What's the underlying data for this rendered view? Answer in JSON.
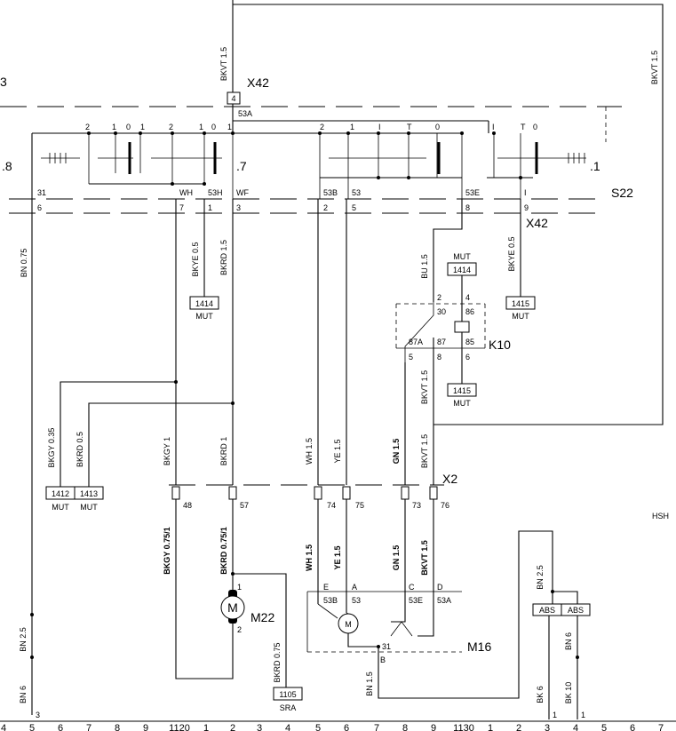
{
  "connectors": {
    "x42_top": "X42",
    "x42_bottom": "X42",
    "x2": "X2",
    "s22": "S22",
    "k10": "K10",
    "m22": "M22",
    "m16": "M16",
    "hsh": "HSH"
  },
  "switch": {
    "left_top_labels": [
      "2",
      "1",
      "0",
      "1",
      "2",
      "1",
      "0",
      "1"
    ],
    "right_top_labels": [
      "2",
      "1",
      "I",
      "T",
      "0",
      "I",
      "T",
      "0"
    ],
    "side_left": ".8",
    "side_mid": ".7",
    "side_right": ".1",
    "side_top_left": "3",
    "terminal_row": [
      "31",
      "WH",
      "53H",
      "WF",
      "53B",
      "53",
      "53E",
      "I"
    ],
    "pin_row": [
      "6",
      "7",
      "1",
      "3",
      "2",
      "5",
      "8",
      "9"
    ]
  },
  "x42_pin": "4",
  "x42_term": "53A",
  "wires": {
    "bkvt_top": "BKVT 1.5",
    "bkvt_right": "BKVT 1.5",
    "bn075": "BN 0.75",
    "bkye05_a": "BKYE 0.5",
    "bkrd15": "BKRD 1.5",
    "bu15": "BU 1.5",
    "bkye05_b": "BKYE 0.5",
    "bkgy035": "BKGY 0.35",
    "bkrd05": "BKRD 0.5",
    "bkgy1": "BKGY 1",
    "bkrd1": "BKRD 1",
    "wh15": "WH 1.5",
    "ye15": "YE 1.5",
    "gn15": "GN 1.5",
    "bkvt15_mid": "BKVT 1.5",
    "bkvt15_k10": "BKVT 1.5",
    "bkgy0751": "BKGY 0.75/1",
    "bkrd0751": "BKRD 0.75/1",
    "wh15_b": "WH 1.5",
    "ye15_b": "YE 1.5",
    "gn15_b": "GN 1.5",
    "bkvt15_b": "BKVT 1.5",
    "bkrd075": "BKRD 0.75",
    "bn25_left": "BN 2.5",
    "bn6_left": "BN 6",
    "bn15": "BN 1.5",
    "bn25_right": "BN 2.5",
    "bn6_r1": "BN 6",
    "bk6": "BK 6",
    "bk10": "BK 10"
  },
  "mut_boxes": {
    "b1414_left": "1414",
    "b1414_k10": "1414",
    "b1415_right": "1415",
    "b1415_k10": "1415",
    "b1412": "1412",
    "b1413": "1413",
    "b1105": "1105",
    "mut": "MUT",
    "sra": "SRA"
  },
  "k10_pins": [
    "2",
    "4",
    "30",
    "86",
    "87A",
    "87",
    "85",
    "5",
    "8",
    "6"
  ],
  "x2_pins": [
    "48",
    "57",
    "74",
    "75",
    "73",
    "76"
  ],
  "m22_pins": [
    "1",
    "2"
  ],
  "m22_motor": "M",
  "m16_pins": [
    "E",
    "A",
    "C",
    "D",
    "53B",
    "53",
    "53E",
    "53A",
    "31",
    "B"
  ],
  "m16_motor": "M",
  "abs": [
    "ABS",
    "ABS"
  ],
  "ground_pins": [
    "3",
    "1",
    "1"
  ],
  "bottom_grid": [
    "4",
    "5",
    "6",
    "7",
    "8",
    "9",
    "1120",
    "1",
    "2",
    "3",
    "4",
    "5",
    "6",
    "7",
    "8",
    "9",
    "1130",
    "1",
    "2",
    "3",
    "4",
    "5",
    "6",
    "7"
  ]
}
